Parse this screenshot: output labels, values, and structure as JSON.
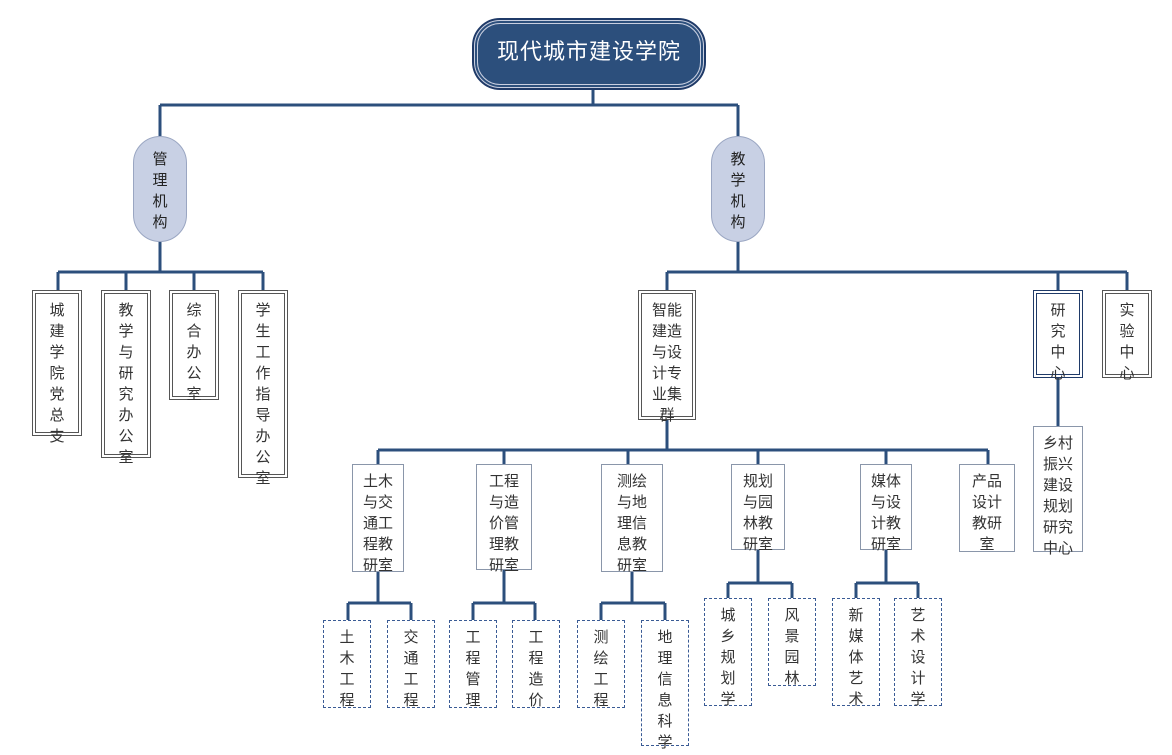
{
  "root": {
    "label": "现代城市建设学院"
  },
  "management": {
    "label": "管\n理\n机\n构",
    "units": [
      {
        "label": "城\n建\n学\n院\n党\n总\n支"
      },
      {
        "label": "教\n学\n与\n研\n究\n办\n公\n室"
      },
      {
        "label": "综\n合\n办\n公\n室"
      },
      {
        "label": "学\n生\n工\n作\n指\n导\n办\n公\n室"
      }
    ]
  },
  "teaching": {
    "label": "教\n学\n机\n构",
    "cluster": {
      "label": "智能\n建造\n与设\n计专\n业集\n群"
    },
    "research_center": {
      "label": "研\n究\n中\n心",
      "sub": "乡村\n振兴\n建设\n规划\n研究\n中心"
    },
    "lab_center": {
      "label": "实\n验\n中\n心"
    },
    "offices": [
      {
        "label": "土木\n与交\n通工\n程教\n研室"
      },
      {
        "label": "工程\n与造\n价管\n理教\n研室"
      },
      {
        "label": "测绘\n与地\n理信\n息教\n研室"
      },
      {
        "label": "规划\n与园\n林教\n研室"
      },
      {
        "label": "媒体\n与设\n计教\n研室"
      },
      {
        "label": "产品\n设计\n教研\n室"
      }
    ],
    "majors": [
      {
        "label": "土\n木\n工\n程"
      },
      {
        "label": "交\n通\n工\n程"
      },
      {
        "label": "工\n程\n管\n理"
      },
      {
        "label": "工\n程\n造\n价"
      },
      {
        "label": "测\n绘\n工\n程"
      },
      {
        "label": "地\n理\n信\n息\n科\n学"
      },
      {
        "label": "城\n乡\n规\n划\n学"
      },
      {
        "label": "风\n景\n园\n林"
      },
      {
        "label": "新\n媒\n体\n艺\n术"
      },
      {
        "label": "艺\n术\n设\n计\n学"
      }
    ]
  },
  "colors": {
    "line": "#2c4f7c",
    "root_fill": "#2c4f7c",
    "pill_fill": "#c8d0e4",
    "dash_border": "#3a5b95"
  }
}
